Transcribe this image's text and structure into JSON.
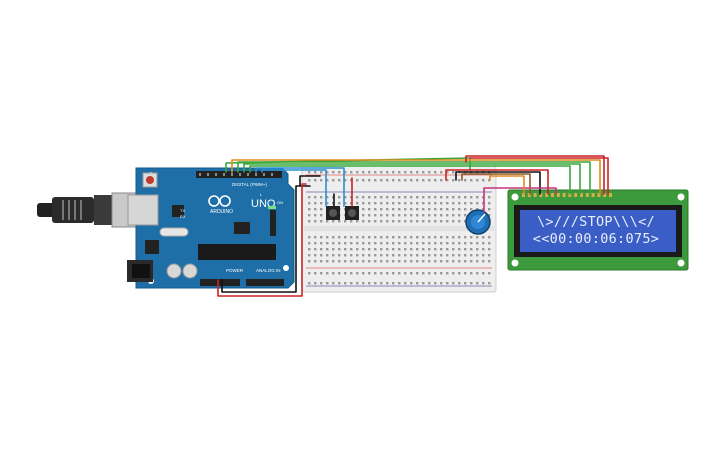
{
  "canvas": {
    "background": "#ffffff"
  },
  "colors": {
    "arduino_board": "#1e6fa8",
    "breadboard": "#eeeeee",
    "lcd_pcb": "#3d9a3c",
    "lcd_screen": "#3a5ec6",
    "wire_red": "#cc2222",
    "wire_black": "#111111",
    "wire_green": "#38a73a",
    "wire_orange": "#e08a1e",
    "wire_blue": "#2a8fd0",
    "wire_magenta": "#c8327a",
    "wire_brown": "#8a5a2a"
  },
  "arduino": {
    "model_label": "UNO",
    "brand_label": "ARDUINO",
    "digital_label": "DIGITAL (PWM~)",
    "power_label": "POWER",
    "analog_label": "ANALOG IN",
    "tx_label": "TX",
    "rx_label": "RX",
    "l_label": "L",
    "on_label": "ON",
    "icons": [
      "usb-connector-icon",
      "dc-jack-icon",
      "reset-button-icon",
      "atmega-chip-icon",
      "arduino-infinity-logo-icon"
    ]
  },
  "breadboard": {
    "components": [
      "pushbutton",
      "pushbutton",
      "potentiometer"
    ]
  },
  "lcd": {
    "line1": "\\>///STOP\\\\\\</",
    "line2": "<<00:00:06:075>"
  }
}
